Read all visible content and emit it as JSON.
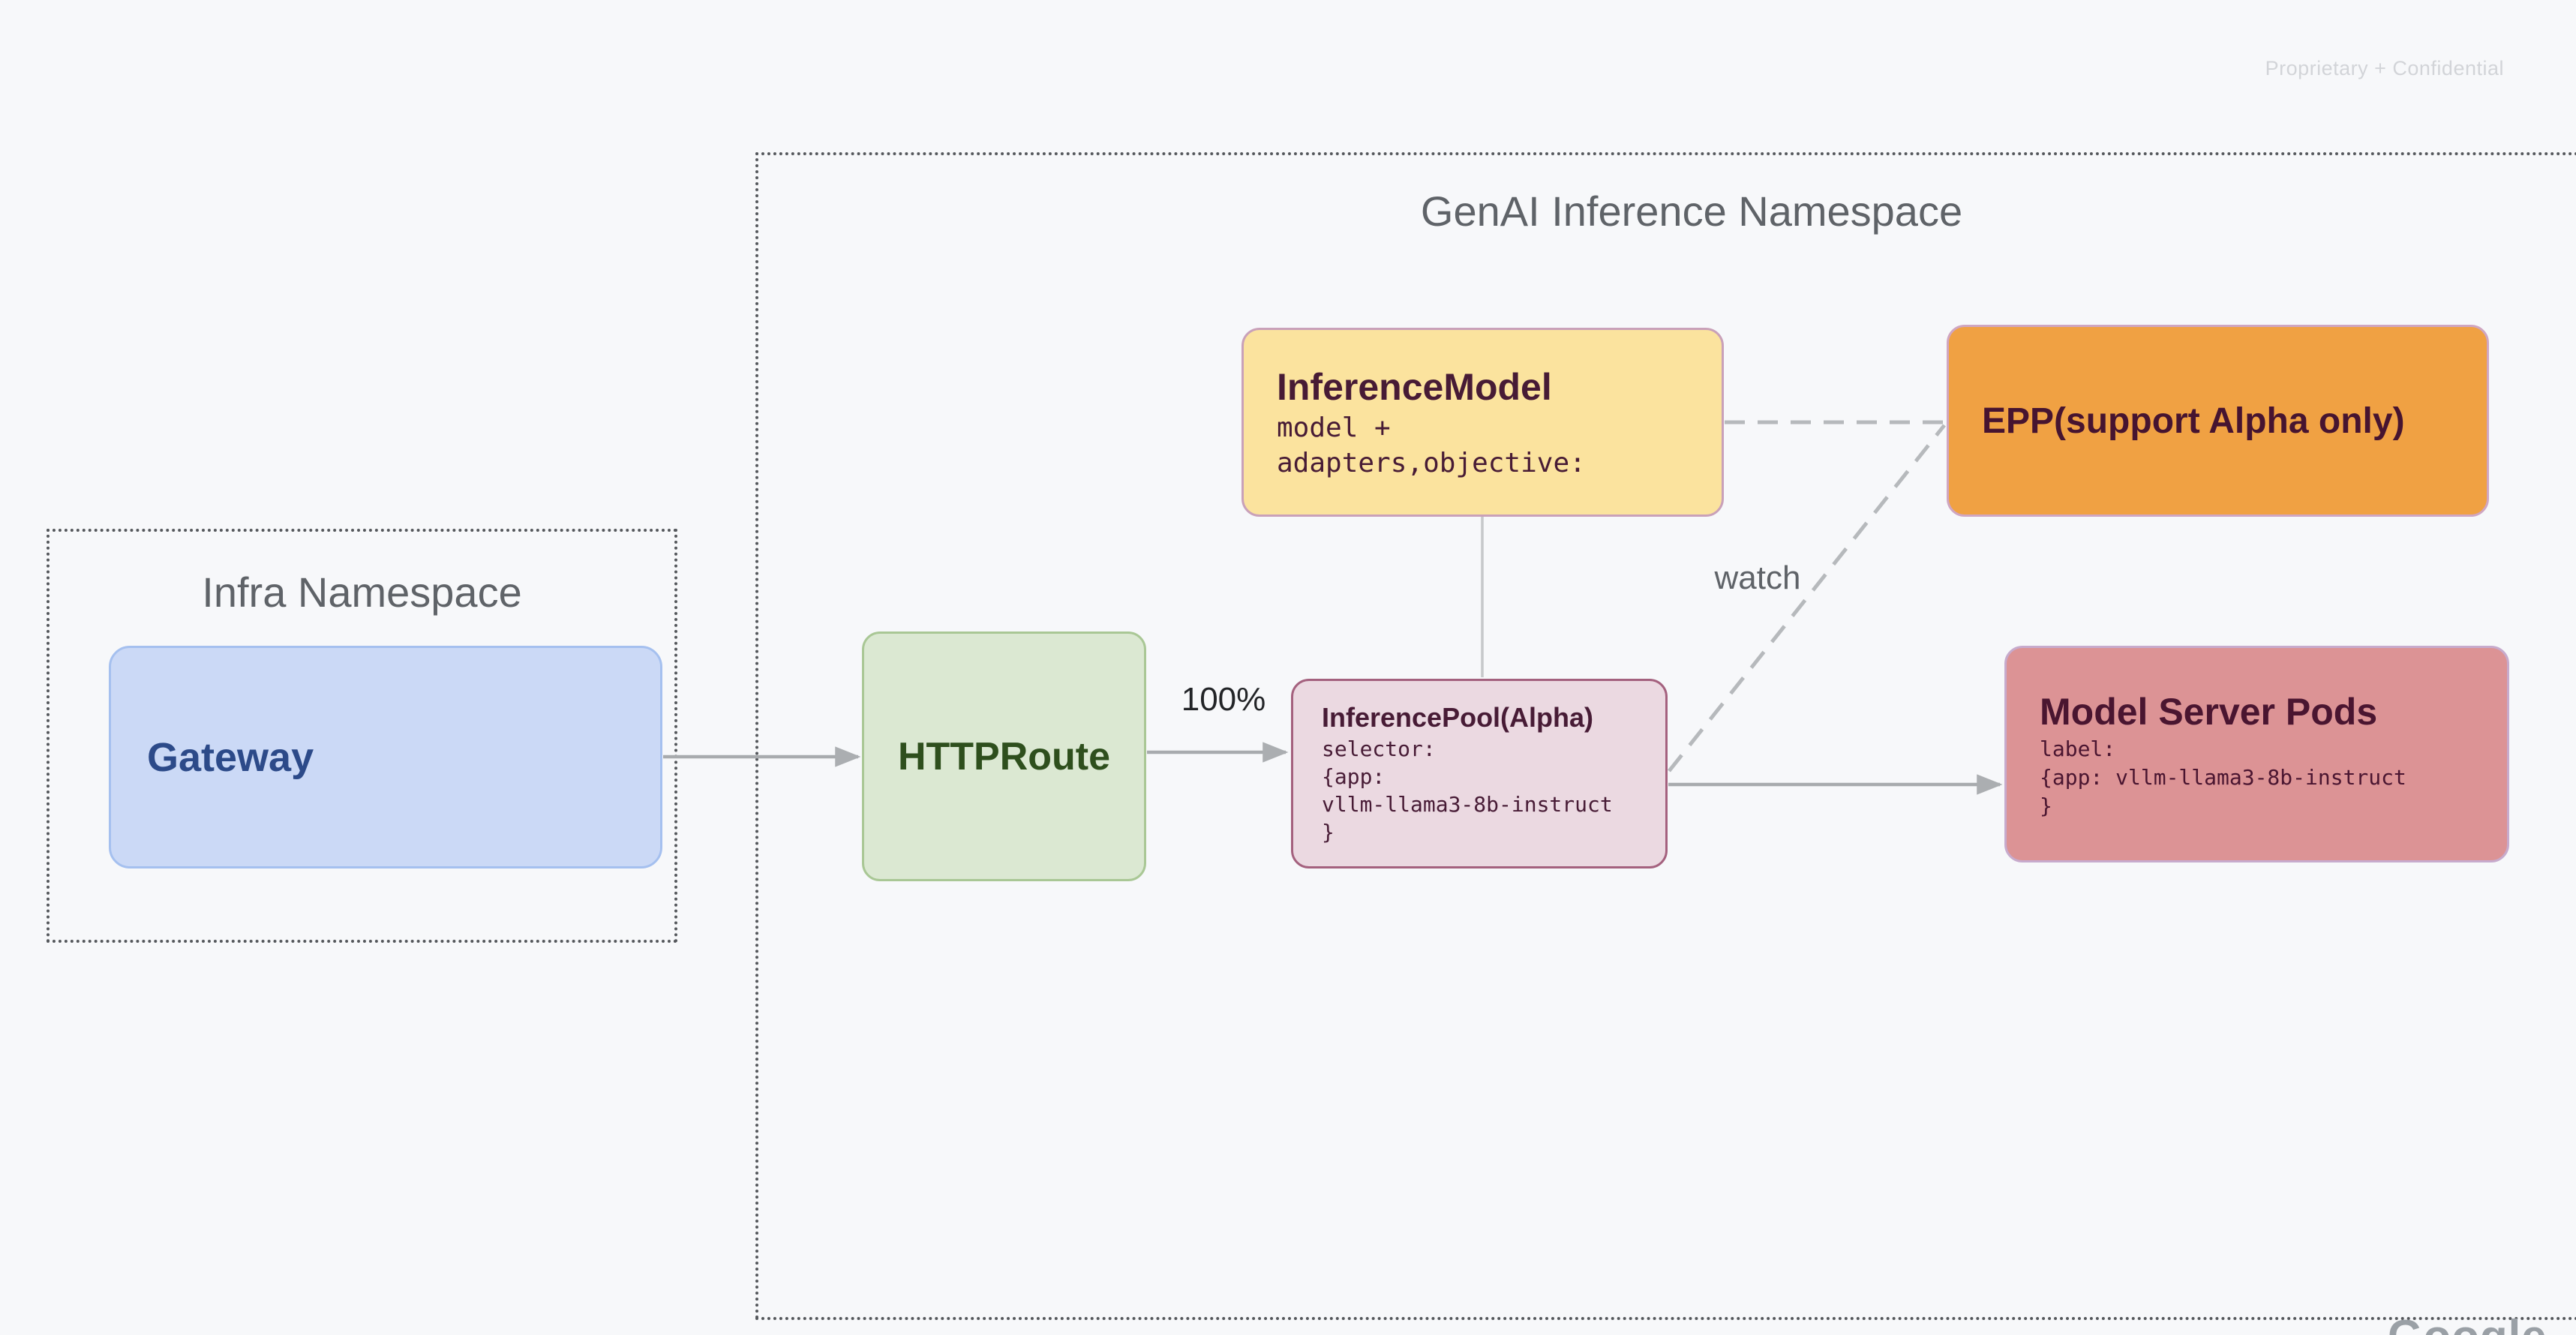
{
  "page": {
    "watermark": "Proprietary + Confidential",
    "footer_logo": "Google"
  },
  "infra_namespace": {
    "title": "Infra Namespace",
    "gateway_label": "Gateway"
  },
  "genai_namespace": {
    "title": "GenAI Inference Namespace",
    "httproute_label": "HTTPRoute",
    "inference_model": {
      "title": "InferenceModel",
      "lines": [
        "model +",
        "adapters,objective:"
      ]
    },
    "epp_label": "EPP(support Alpha only)",
    "inference_pool": {
      "title": "InferencePool(Alpha)",
      "lines": [
        "selector:",
        "{app:",
        "vllm-llama3-8b-instruct",
        "}"
      ]
    },
    "model_server_pods": {
      "title": "Model Server Pods",
      "lines": [
        "label:",
        "{app: vllm-llama3-8b-instruct",
        "}"
      ]
    },
    "edge_labels": {
      "weight": "100%",
      "watch": "watch"
    }
  },
  "colors": {
    "background": "#f7f8fa",
    "namespace_border": "#54575b",
    "namespace_title": "#5f6368",
    "gateway_fill": "#cbd9f6",
    "gateway_border": "#a5c0ef",
    "gateway_text": "#2c4a89",
    "httproute_fill": "#dbe8d2",
    "httproute_border": "#a9c795",
    "httproute_text": "#2e4f1d",
    "inference_model_fill": "#fbe39e",
    "inference_model_border": "#c9a1b9",
    "epp_fill": "#f0a143",
    "epp_border": "#cfa6c2",
    "inference_pool_fill": "#ebd9e1",
    "inference_pool_border": "#a4617e",
    "model_server_pods_fill": "#dc9395",
    "model_server_pods_border": "#c7abcd",
    "plum_text": "#471b35",
    "arrow_gray": "#a8abae",
    "dash_gray": "#b6b9bc",
    "watermark_gray": "#d2d4d8"
  }
}
